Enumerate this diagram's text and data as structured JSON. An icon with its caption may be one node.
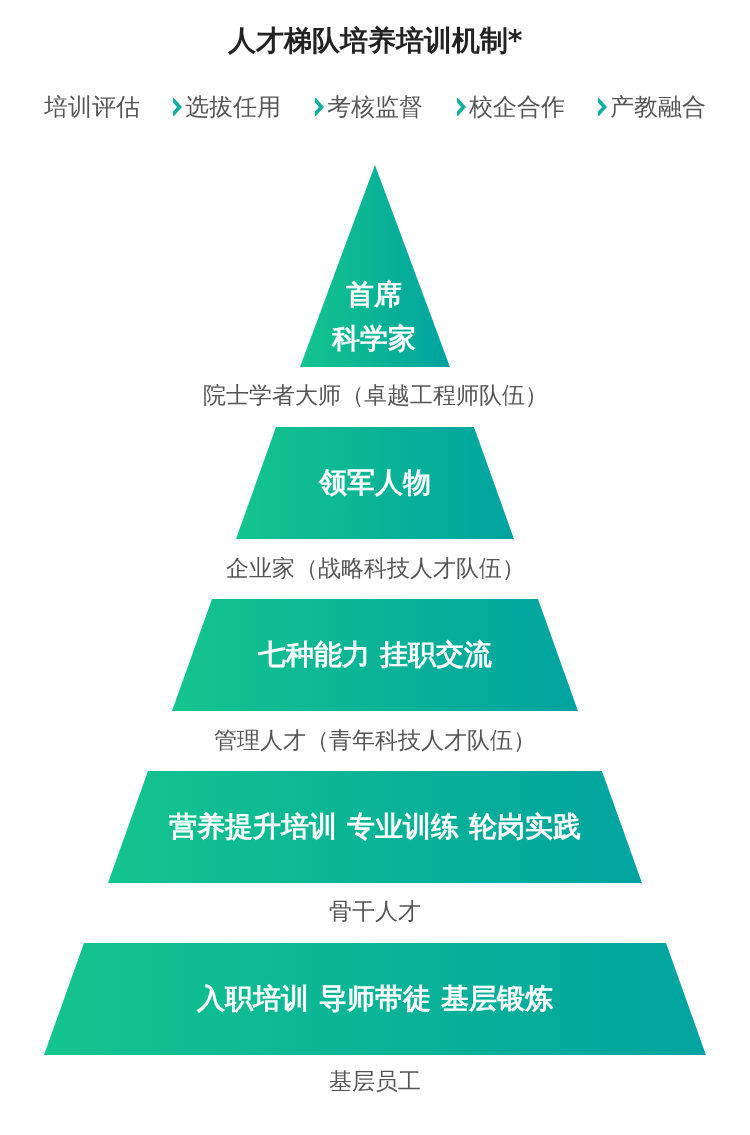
{
  "diagram": {
    "title": "人才梯队培养培训机制*",
    "nodes": [
      {
        "text": [
          "培训评估"
        ]
      },
      {
        "text": [
          "选拔任用"
        ]
      },
      {
        "text": [
          "考核监督"
        ]
      },
      {
        "text": [
          "校企合作"
        ]
      },
      {
        "text": [
          "产教融合"
        ]
      },
      {
        "text": [
          "首席科学家"
        ],
        "beside": [
          "院士学者大师（卓越工程师队伍）"
        ]
      },
      {
        "text": [
          "领军人物"
        ],
        "beside": [
          "企业家（战略科技人才队伍）"
        ]
      },
      {
        "text": [
          "七种能力 挂职交流"
        ],
        "beside": [
          "管理人才（青年科技人才队伍）"
        ]
      },
      {
        "text": [
          "营养提升培训 专业训练 轮岗实践"
        ],
        "beside": [
          "骨干人才"
        ]
      },
      {
        "text": [
          "入职培训 导师带徒 基层锻炼"
        ],
        "beside": [
          "基层员工"
        ]
      }
    ],
    "edges": [
      {
        "from": 0,
        "to": 1,
        "arrow": "to"
      },
      {
        "from": 1,
        "to": 2,
        "arrow": "to"
      },
      {
        "from": 2,
        "to": 3,
        "arrow": "to"
      },
      {
        "from": 3,
        "to": 4,
        "arrow": "to"
      }
    ]
  }
}
